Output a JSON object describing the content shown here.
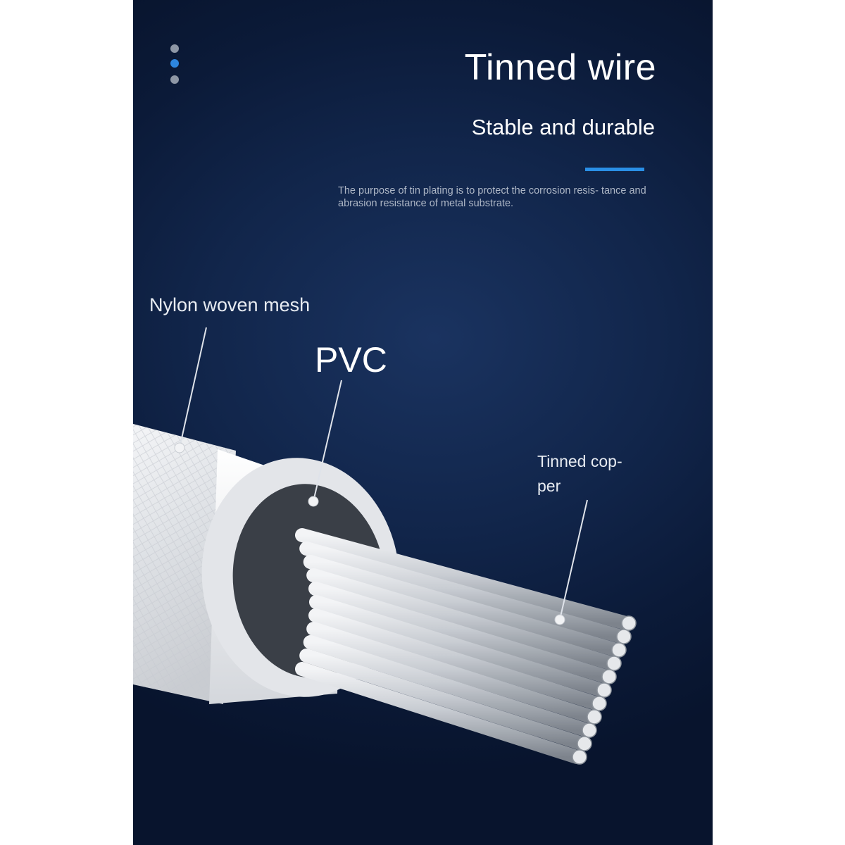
{
  "header": {
    "title": "Tinned wire",
    "subtitle": "Stable and durable",
    "description": "The purpose of tin plating is to protect the corrosion resis- tance and abrasion resistance of metal substrate."
  },
  "pager": {
    "count": 3,
    "active_index": 1
  },
  "labels": {
    "nylon": "Nylon woven mesh",
    "pvc": "PVC",
    "copper": "Tinned cop- per"
  },
  "colors": {
    "background": "#11254a",
    "accent": "#2a8fe6",
    "dot_inactive": "#8e97a6",
    "dot_active": "#2d86e0",
    "text": "#ffffff"
  }
}
